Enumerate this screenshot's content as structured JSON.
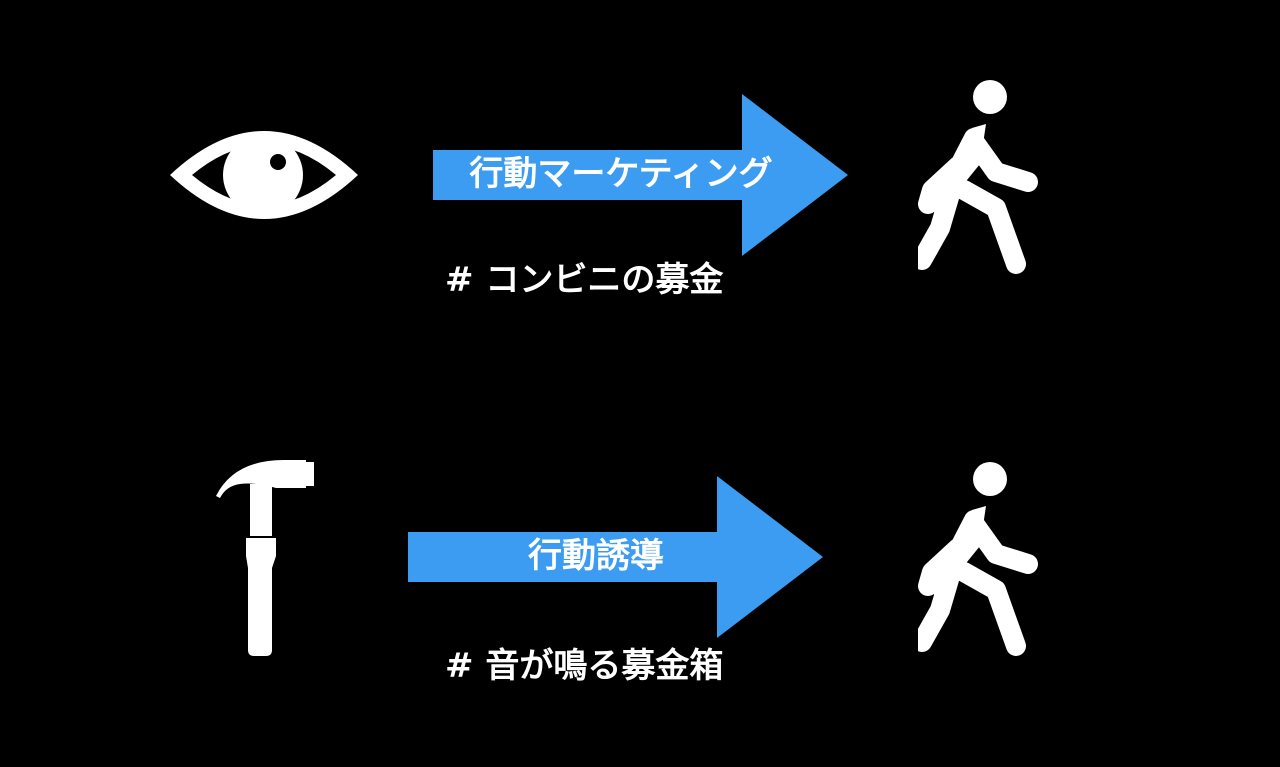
{
  "colors": {
    "background": "#000000",
    "arrow": "#3b9cf2",
    "icon": "#ffffff",
    "text": "#ffffff"
  },
  "rows": [
    {
      "source_icon": "eye-icon",
      "arrow_label": "行動マーケティング",
      "target_icon": "walking-person-icon",
      "hashtag": "# コンビニの募金"
    },
    {
      "source_icon": "hammer-icon",
      "arrow_label": "行動誘導",
      "target_icon": "walking-person-icon",
      "hashtag": "# 音が鳴る募金箱"
    }
  ]
}
